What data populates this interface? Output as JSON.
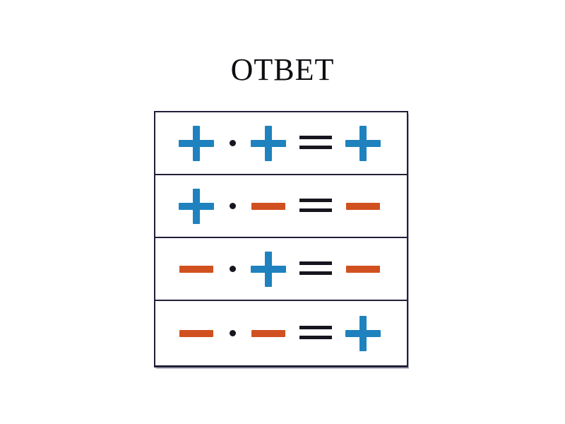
{
  "page": {
    "title": "ОТВЕТ",
    "background_color": "#ffffff"
  },
  "colors": {
    "plus": "#1f82be",
    "minus": "#d1501f",
    "ink": "#16161f",
    "border": "#20203a",
    "shadow": "#b9b9c4"
  },
  "rules_table": {
    "caption": "ОТВЕТ",
    "operator_dot": "·",
    "operator_equals": "=",
    "rows": [
      {
        "id": "rule-1",
        "left": "plus",
        "dot": "·",
        "right": "plus",
        "equals": "=",
        "result": "plus",
        "expression": "+ · + = +"
      },
      {
        "id": "rule-2",
        "left": "plus",
        "dot": "·",
        "right": "minus",
        "equals": "=",
        "result": "minus",
        "expression": "+ · − = −"
      },
      {
        "id": "rule-3",
        "left": "minus",
        "dot": "·",
        "right": "plus",
        "equals": "=",
        "result": "minus",
        "expression": "− · + = −"
      },
      {
        "id": "rule-4",
        "left": "minus",
        "dot": "·",
        "right": "minus",
        "equals": "=",
        "result": "plus",
        "expression": "− · − = +"
      }
    ]
  }
}
